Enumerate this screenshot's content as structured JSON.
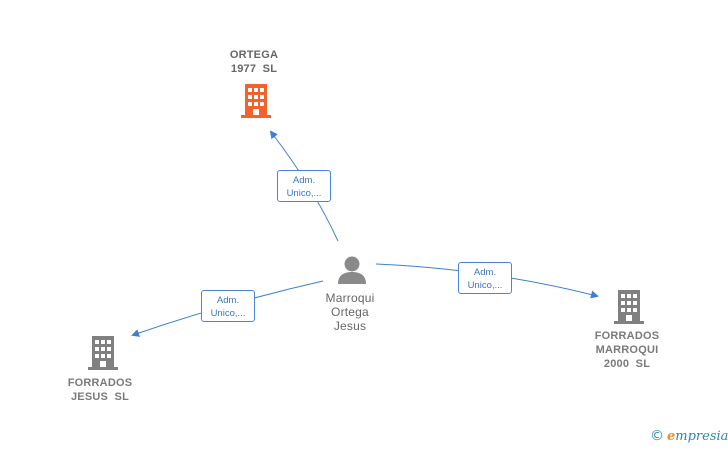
{
  "colors": {
    "edge": "#3c7fd6",
    "company_main": "#f4622c",
    "company": "#808080",
    "person": "#8a8a8a"
  },
  "nodes": {
    "ortega": {
      "label": "ORTEGA\n1977  SL",
      "icon": "building-icon"
    },
    "person": {
      "label": "Marroqui\nOrtega\nJesus",
      "icon": "person-icon"
    },
    "forrados_jesus": {
      "label": "FORRADOS\nJESUS  SL",
      "icon": "building-icon"
    },
    "forrados_marroqui": {
      "label": "FORRADOS\nMARROQUI\n2000  SL",
      "icon": "building-icon"
    }
  },
  "edges": {
    "to_ortega": "Adm.\nUnico,...",
    "to_forrados_jesus": "Adm.\nUnico,...",
    "to_forrados_marroqui": "Adm.\nUnico,..."
  },
  "brand": {
    "copyright": "©",
    "initial": "e",
    "name": "mpresia"
  }
}
